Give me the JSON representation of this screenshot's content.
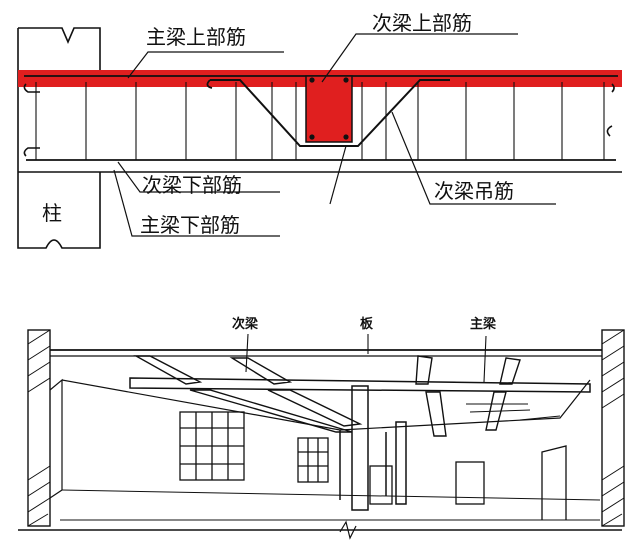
{
  "top_diagram": {
    "labels": {
      "main_beam_top_bar": "主梁上部筋",
      "secondary_beam_top_bar": "次梁上部筋",
      "secondary_beam_bottom_bar": "次梁下部筋",
      "main_beam_bottom_bar": "主梁下部筋",
      "secondary_beam_hanger_bar": "次梁吊筋",
      "column": "柱"
    },
    "colors": {
      "highlight": "#e01f1f",
      "line": "#111111"
    }
  },
  "bottom_diagram": {
    "labels": {
      "secondary_beam": "次梁",
      "slab": "板",
      "main_beam": "主梁"
    }
  }
}
